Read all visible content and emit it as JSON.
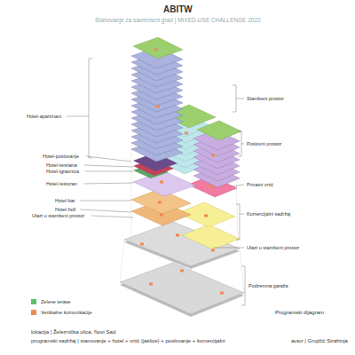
{
  "diagram": {
    "title": "ABITW",
    "labels": [
      "Stanovanje za savremeni grad | MIXED-USE CHALLENGE 2022",
      "Hotel-apartmani",
      "Hotel-poslovanje",
      "Hotel-teretana",
      "Hotel-igraonica",
      "Hotel-restoran",
      "Hotel-bar",
      "Hotel-holl",
      "Ulazi u stambeni prostor",
      "Stambeni prostor",
      "Poslovni prostor",
      "Privatni vrtić",
      "Komercijalni sadržaj",
      "Ulazi u stambeni prostor",
      "Podzemna garaža",
      "Programski dijagram",
      "lokacija | Železnička ulica, Novi Sad",
      "programski sadržaj | stanovanje + hotel + vrtić (jaslice) + poslovanje + komercijalni",
      "autor | Grujičić Strahinja"
    ],
    "legend": [
      {
        "text": "Zelene terase",
        "color": "#5fbf6a"
      },
      {
        "text": "Vertikalne komunikacije",
        "color": "#ee8a5a"
      }
    ]
  }
}
